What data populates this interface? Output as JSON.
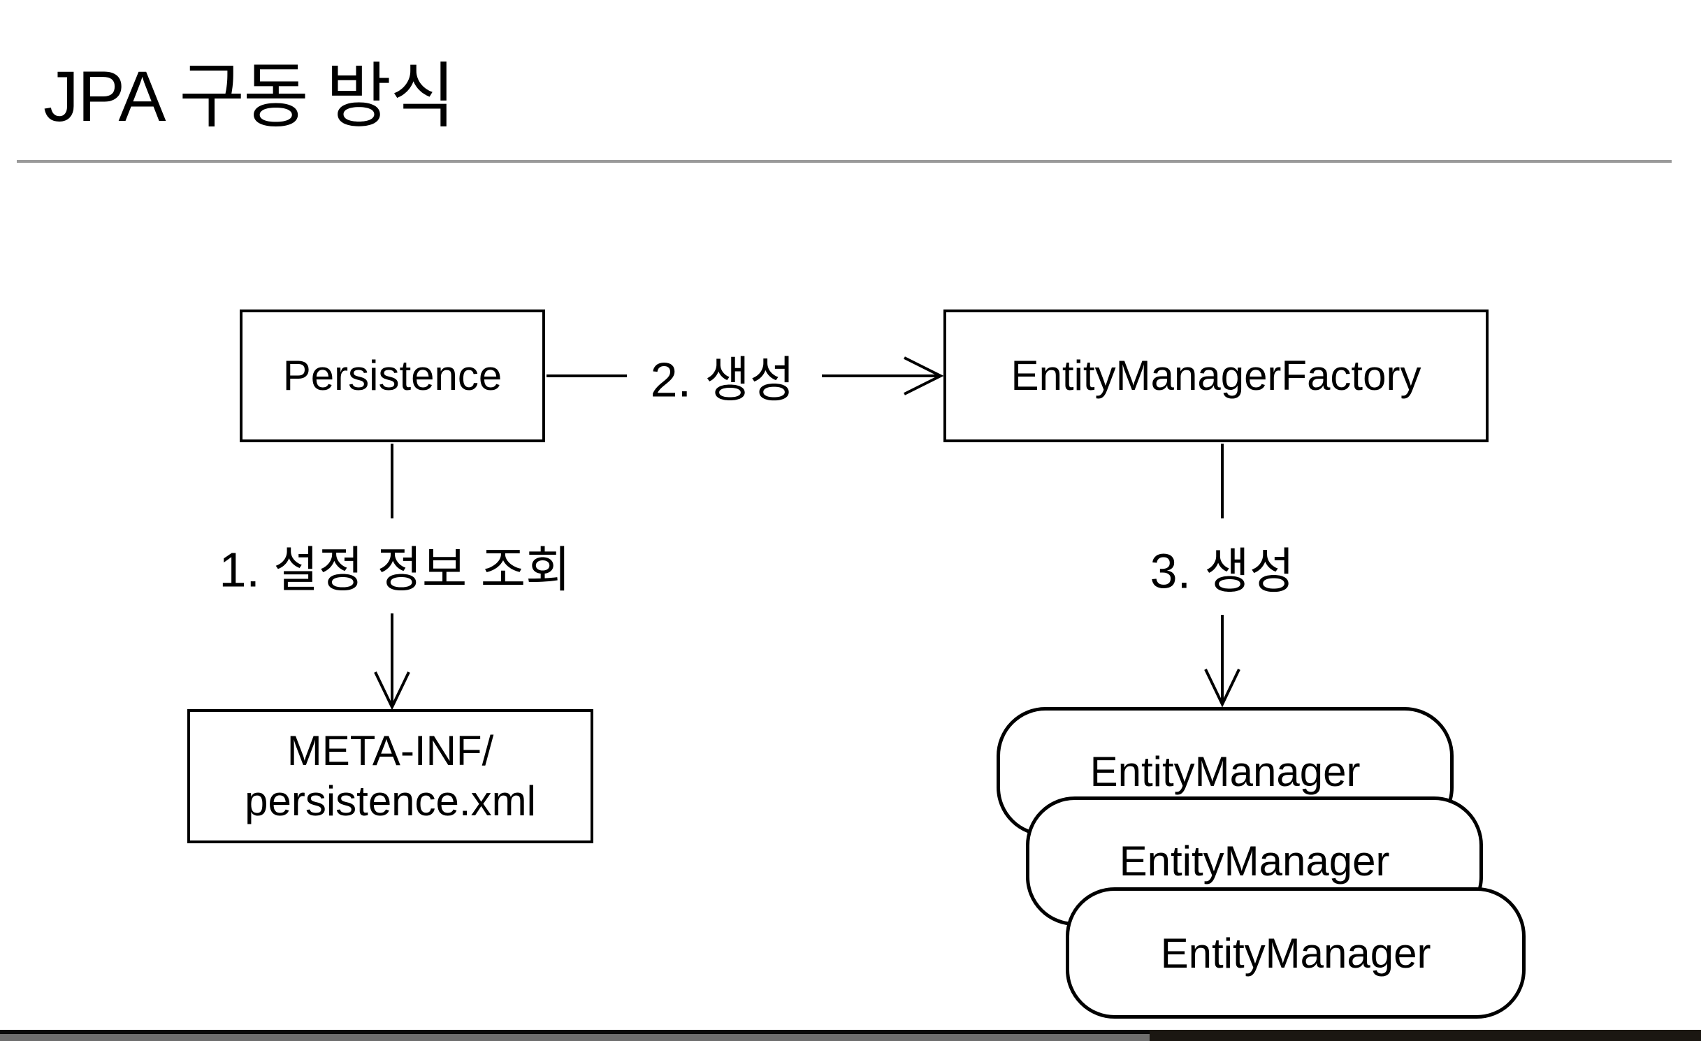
{
  "title": {
    "text": "JPA 구동 방식"
  },
  "diagram": {
    "persistence": {
      "label": "Persistence"
    },
    "entity_manager_factory": {
      "label": "EntityManagerFactory"
    },
    "meta_inf": {
      "line1": "META-INF/",
      "line2": "persistence.xml"
    },
    "entity_managers": [
      {
        "label": "EntityManager"
      },
      {
        "label": "EntityManager"
      },
      {
        "label": "EntityManager"
      }
    ],
    "steps": {
      "step1": {
        "label": "1. 설정 정보 조회"
      },
      "step2": {
        "label": "2. 생성"
      },
      "step3": {
        "label": "3. 생성"
      }
    }
  },
  "colors": {
    "ink": "#000000",
    "divider": "#9a9a9a",
    "footer_line": "#0a0a0a",
    "footer_gray": "#6e6e6e",
    "footer_dark": "#1b1712",
    "background": "#ffffff"
  }
}
